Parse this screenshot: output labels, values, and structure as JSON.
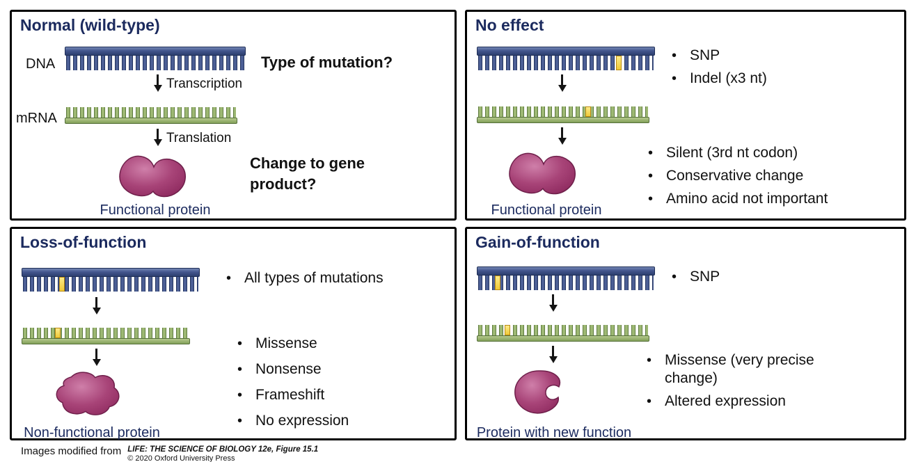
{
  "panels": {
    "normal": {
      "title": "Normal (wild-type)",
      "dna_label": "DNA",
      "mrna_label": "mRNA",
      "transcription_label": "Transcription",
      "translation_label": "Translation",
      "question1": "Type of mutation?",
      "question2": "Change to gene product?",
      "protein_caption": "Functional protein"
    },
    "no_effect": {
      "title": "No effect",
      "dna_bullets": [
        "SNP",
        "Indel (x3 nt)"
      ],
      "protein_bullets": [
        "Silent (3rd nt codon)",
        "Conservative change",
        "Amino acid not important"
      ],
      "protein_caption": "Functional protein"
    },
    "loss": {
      "title": "Loss-of-function",
      "dna_bullets": [
        "All types of mutations"
      ],
      "protein_bullets": [
        "Missense",
        "Nonsense",
        "Frameshift",
        "No expression"
      ],
      "protein_caption": "Non-functional protein"
    },
    "gain": {
      "title": "Gain-of-function",
      "dna_bullets": [
        "SNP"
      ],
      "protein_bullets": [
        "Missense (very precise change)",
        "Altered expression"
      ],
      "protein_caption": "Protein with new function"
    }
  },
  "footer": {
    "prefix": "Images modified from",
    "source": "LIFE: THE SCIENCE OF BIOLOGY 12e, Figure 15.1",
    "copyright": "© 2020 Oxford University Press"
  },
  "colors": {
    "heading": "#1b2a5e",
    "dna_strand": "#43568e",
    "mrna_strand": "#8fae67",
    "mutation_mark": "#f0c937",
    "protein": "#a84478",
    "panel_border": "#000000"
  }
}
